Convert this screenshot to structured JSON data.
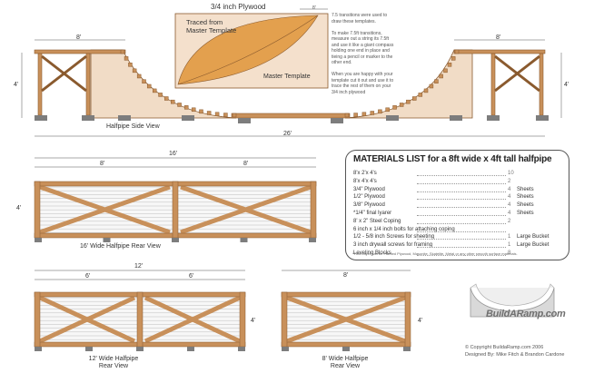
{
  "side_view": {
    "caption": "Halfpipe Side View",
    "dim_top_left": "8'",
    "dim_top_right": "8'",
    "dim_total": "26'",
    "dim_height_left": "4'",
    "dim_height_right": "4'"
  },
  "template": {
    "title": "3/4 inch Plywood",
    "dim": "8'",
    "traced_label": "Traced from\nMaster Template",
    "master_label": "Master Template",
    "instructions": "7.5 transitions were used to draw these templates.\n\nTo make 7.5ft transitions, measure out a string its 7.5ft and use it like a giant compass holding one end in place and tieing a pencil or marker to the other end.\n\nWhen you are happy with your template cut it out and use it to trace the rest of them on your 3/4 inch plywood"
  },
  "rear_16": {
    "caption": "16' Wide Halfpipe Rear View",
    "dim_total": "16'",
    "dim_left": "8'",
    "dim_right": "8'",
    "dim_height": "4'"
  },
  "rear_12": {
    "caption_line1": "12' Wide Halfpipe",
    "caption_line2": "Rear View",
    "dim_total": "12'",
    "dim_left": "6'",
    "dim_right": "6'",
    "dim_height": "4'"
  },
  "rear_8": {
    "caption_line1": "8' Wide Halfpipe",
    "caption_line2": "Rear View",
    "dim_total": "8'",
    "dim_height": "4'"
  },
  "materials": {
    "title": "MATERIALS LIST for a 8ft wide x 4ft tall halfpipe",
    "items": [
      {
        "item": "8'x 2'x 4's",
        "qty": "10",
        "unit": ""
      },
      {
        "item": "8'x 4'x 4's",
        "qty": "2",
        "unit": ""
      },
      {
        "item": "3/4\" Plywood",
        "qty": "4",
        "unit": "Sheets"
      },
      {
        "item": "1/2\" Plywood",
        "qty": "4",
        "unit": "Sheets"
      },
      {
        "item": "3/8\" Plywood",
        "qty": "4",
        "unit": "Sheets"
      },
      {
        "item": "*1/4\" final lyarer",
        "qty": "4",
        "unit": "Sheets"
      },
      {
        "item": "8' x 2\" Steel Coping",
        "qty": "2",
        "unit": ""
      },
      {
        "item": "6 inch x 1/4 inch bolts for attaching coping",
        "qty": "",
        "unit": ""
      },
      {
        "item": "1/2 - 5/8 inch Screws for sheeting",
        "qty": "1",
        "unit": "Large Bucket"
      },
      {
        "item": "3 inch drywall screws for framing",
        "qty": "1",
        "unit": "Large Bucket"
      },
      {
        "item": "Leveling Blocks",
        "qty": "8",
        "unit": ""
      }
    ],
    "note": "*This Layer can be Painted Plywood, Masonite, Skatelite, Metal or any other smooth surface materials."
  },
  "logo": {
    "text": "BuildARamp.com"
  },
  "credits": {
    "line1": "© Copyright BuildaRamp.com 2006",
    "line2": "Designed By: Mike Fitch & Brandon Cardone"
  },
  "colors": {
    "wood": "#c8905a",
    "wood_dark": "#8a5a2e",
    "panel": "#f1dcc6",
    "template_bg": "#f4e0cc",
    "template_piece": "#e3a04e",
    "block": "#7d7d7d"
  }
}
